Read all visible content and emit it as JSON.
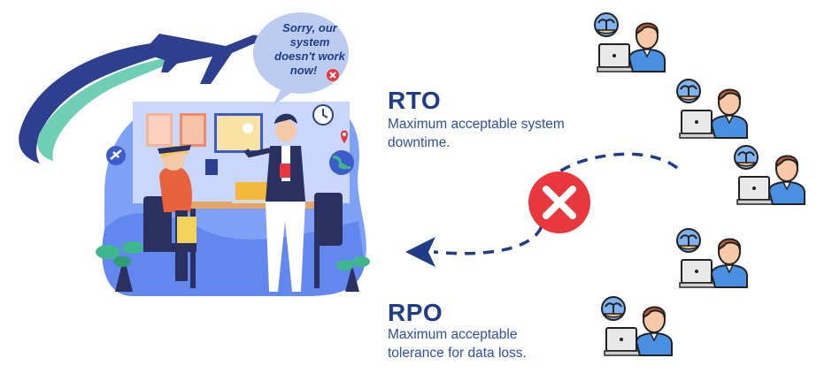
{
  "speech_bubble": {
    "lines": [
      "Sorry, our",
      "system",
      "doesn't work",
      "now!"
    ]
  },
  "rto": {
    "heading": "RTO",
    "description_lines": [
      "Maximum acceptable system",
      "downtime."
    ]
  },
  "rpo": {
    "heading": "RPO",
    "description_lines": [
      "Maximum acceptable",
      "tolerance for data loss."
    ]
  },
  "users_count": 5,
  "icons": [
    "airplane-icon",
    "error-x-icon",
    "clock-icon",
    "location-pin-icon",
    "globe-icon",
    "laptop-icon",
    "island-avatar-icon"
  ],
  "colors": {
    "heading": "#1f3c88",
    "description": "#2b4fa2",
    "error_red": "#e8383d",
    "dashed_arrow": "#1f3c88",
    "scene_blue": "#6d8df2"
  }
}
